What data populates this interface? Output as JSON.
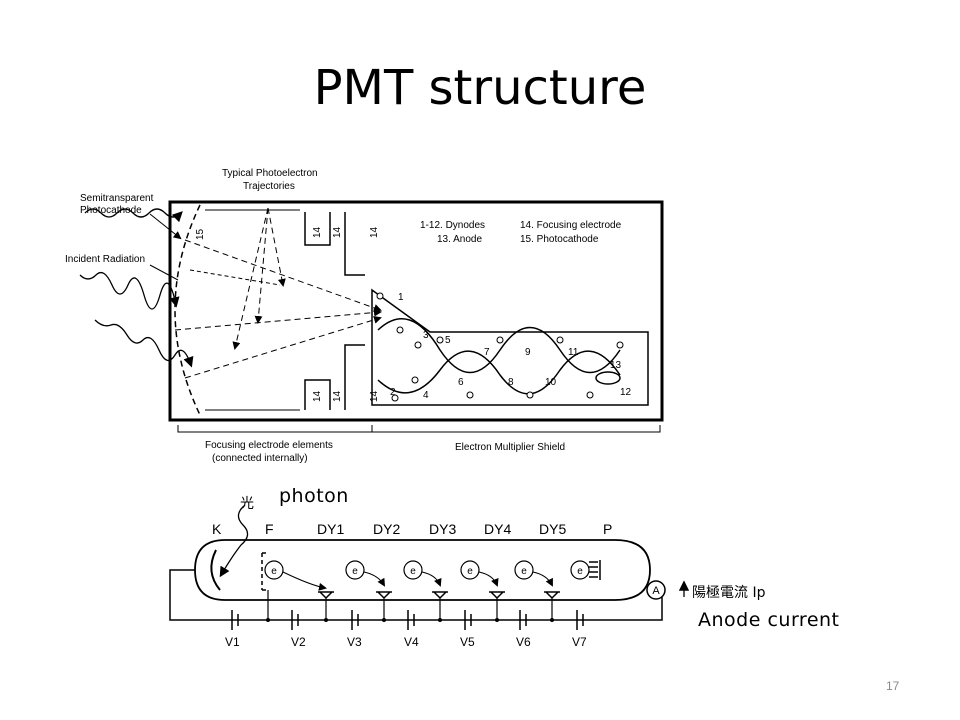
{
  "slide": {
    "title": "PMT structure",
    "page_number": "17"
  },
  "top_diagram": {
    "label_photocathode_line1": "Semitransparent",
    "label_photocathode_line2": "Photocathode",
    "label_trajectories_line1": "Typical Photoelectron",
    "label_trajectories_line2": "Trajectories",
    "label_incident": "Incident Radiation",
    "legend_row1_left": "1-12. Dynodes",
    "legend_row1_right": "14. Focusing electrode",
    "legend_row2_left": "13. Anode",
    "legend_row2_right": "15. Photocathode",
    "label_focusing_line1": "Focusing electrode elements",
    "label_focusing_line2": "(connected internally)",
    "label_shield": "Electron Multiplier Shield",
    "num_15": "15",
    "num_14": "14",
    "dynode_numbers": [
      "1",
      "2",
      "3",
      "4",
      "5",
      "6",
      "7",
      "8",
      "9",
      "10",
      "11",
      "12",
      "13"
    ]
  },
  "bottom_diagram": {
    "photon_char": "光",
    "photon_label": "photon",
    "electrodes": [
      "K",
      "F",
      "DY1",
      "DY2",
      "DY3",
      "DY4",
      "DY5",
      "P"
    ],
    "electron_symbol": "e",
    "meter": "A",
    "anode_current_chinese": "陽極電流 Ip",
    "anode_current_label": "Anode current",
    "voltages": [
      "V1",
      "V2",
      "V3",
      "V4",
      "V5",
      "V6",
      "V7"
    ]
  }
}
